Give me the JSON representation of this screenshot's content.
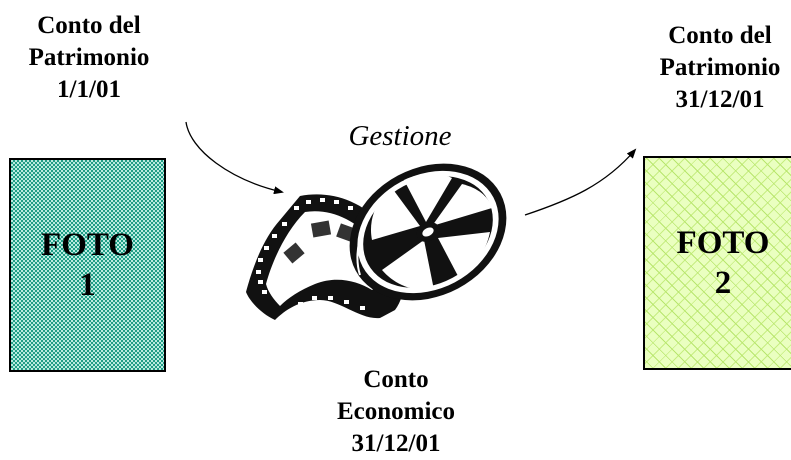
{
  "left_account": {
    "line1": "Conto del",
    "line2": "Patrimonio",
    "line3": "1/1/01"
  },
  "right_account": {
    "line1": "Conto del",
    "line2": "Patrimonio",
    "line3": "31/12/01"
  },
  "bottom_account": {
    "line1": "Conto",
    "line2": "Economico",
    "line3": "31/12/01"
  },
  "process_label": "Gestione",
  "photo_left": {
    "line1": "FOTO",
    "line2": "1",
    "color": "#1f9e86"
  },
  "photo_right": {
    "line1": "FOTO",
    "line2": "2",
    "color": "#b8e66e"
  },
  "icons": {
    "center": "film-reel-icon"
  }
}
